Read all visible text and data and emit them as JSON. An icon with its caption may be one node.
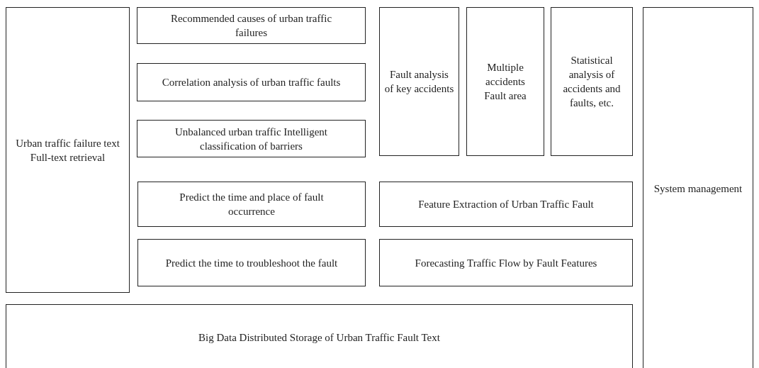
{
  "diagram": {
    "nodes": [
      {
        "text": [
          "Urban traffic failure text Full-text retrieval"
        ]
      },
      {
        "text": [
          "Recommended causes of urban traffic failures"
        ]
      },
      {
        "text": [
          "Correlation analysis of urban traffic faults"
        ]
      },
      {
        "text": [
          "Unbalanced urban traffic Intelligent classification of barriers"
        ]
      },
      {
        "text": [
          "Fault analysis of key accidents"
        ]
      },
      {
        "text": [
          "Multiple accidents Fault area"
        ]
      },
      {
        "text": [
          "Statistical analysis of accidents and faults, etc."
        ]
      },
      {
        "text": [
          "System management"
        ]
      },
      {
        "text": [
          "Predict the time and place of fault occurrence"
        ]
      },
      {
        "text": [
          "Feature Extraction of Urban Traffic Fault"
        ]
      },
      {
        "text": [
          "Predict the time to troubleshoot the fault"
        ]
      },
      {
        "text": [
          "Forecasting Traffic Flow by Fault Features"
        ]
      },
      {
        "text": [
          "Big Data Distributed Storage of Urban Traffic Fault Text"
        ]
      }
    ],
    "edges": []
  }
}
